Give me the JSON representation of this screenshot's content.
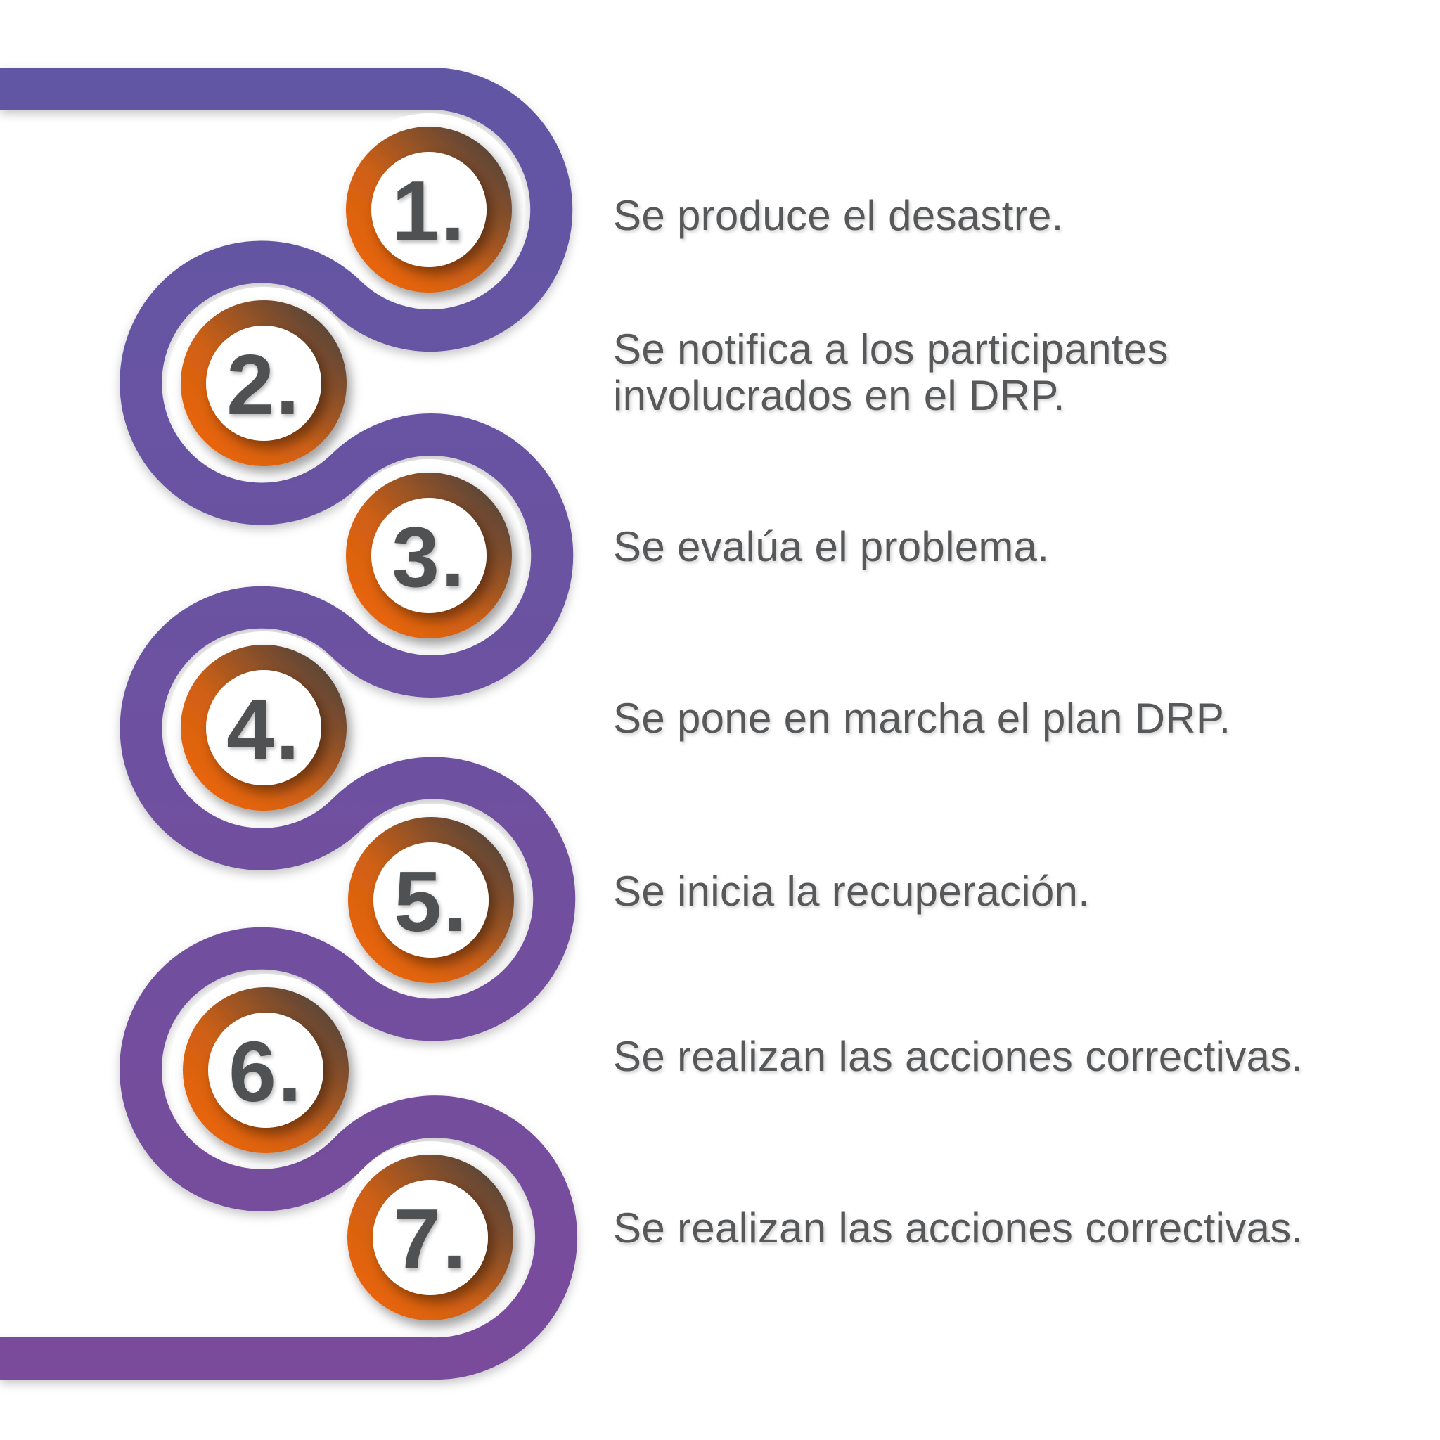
{
  "diagram": {
    "kind": "serpentine-process-timeline",
    "language": "es"
  },
  "colors": {
    "background": "#ffffff",
    "path_purple_top": "#6156a4",
    "path_purple_bottom": "#7a4b9b",
    "ring_orange": "#ee6608",
    "ring_orange_mid": "#cf6015",
    "ring_dark": "#4c423c",
    "number_gray": "#4f5152",
    "label_gray": "#57585a"
  },
  "steps": [
    {
      "number": "1.",
      "text": "Se produce el desastre."
    },
    {
      "number": "2.",
      "text": "Se notifica a los participantes\ninvolucrados en el DRP."
    },
    {
      "number": "3.",
      "text": "Se evalúa el problema."
    },
    {
      "number": "4.",
      "text": "Se pone en marcha el plan DRP."
    },
    {
      "number": "5.",
      "text": "Se inicia la recuperación."
    },
    {
      "number": "6.",
      "text": "Se realizan las acciones correctivas."
    },
    {
      "number": "7.",
      "text": "Se realizan las acciones correctivas."
    }
  ]
}
